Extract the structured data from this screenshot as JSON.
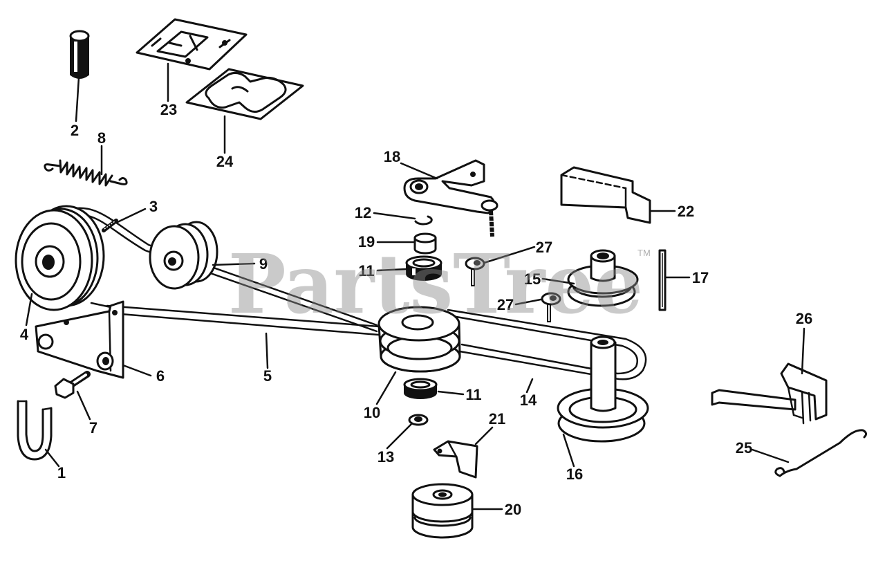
{
  "diagram": {
    "callouts": [
      "2",
      "23",
      "24",
      "8",
      "18",
      "12",
      "19",
      "11",
      "27",
      "27",
      "22",
      "17",
      "15",
      "3",
      "9",
      "4",
      "6",
      "5",
      "7",
      "1",
      "10",
      "11",
      "14",
      "13",
      "21",
      "16",
      "20",
      "26",
      "25"
    ]
  },
  "watermark": {
    "text": "PartsTree",
    "tm": "TM"
  }
}
